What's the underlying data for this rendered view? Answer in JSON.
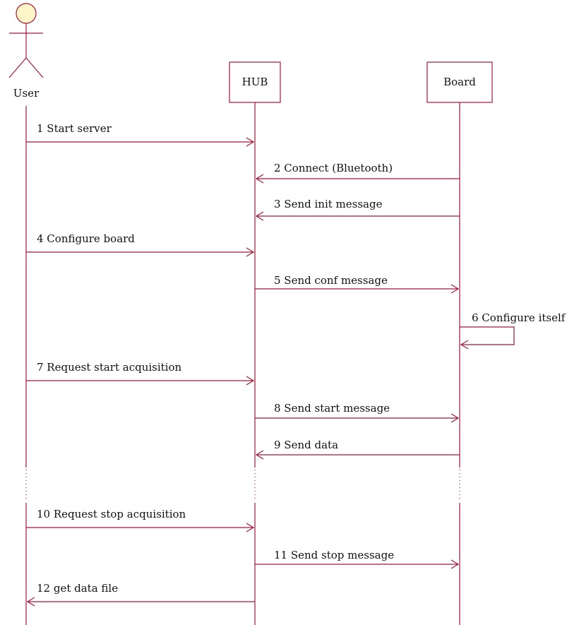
{
  "colors": {
    "line": "#a3183a",
    "actor_head_fill": "#fff6c8",
    "text": "#111111"
  },
  "participants": {
    "user": {
      "label": "User",
      "shape": "actor"
    },
    "hub": {
      "label": "HUB",
      "shape": "box"
    },
    "board": {
      "label": "Board",
      "shape": "box"
    }
  },
  "messages": [
    {
      "from": "user",
      "to": "hub",
      "label": "1 Start server"
    },
    {
      "from": "board",
      "to": "hub",
      "label": "2 Connect (Bluetooth)"
    },
    {
      "from": "board",
      "to": "hub",
      "label": "3 Send init message"
    },
    {
      "from": "user",
      "to": "hub",
      "label": "4 Configure board"
    },
    {
      "from": "hub",
      "to": "board",
      "label": "5 Send conf message"
    },
    {
      "from": "board",
      "to": "board",
      "label": "6 Configure itself"
    },
    {
      "from": "user",
      "to": "hub",
      "label": "7 Request start acquisition"
    },
    {
      "from": "hub",
      "to": "board",
      "label": "8 Send start message"
    },
    {
      "from": "board",
      "to": "hub",
      "label": "9 Send data"
    },
    {
      "from": "user",
      "to": "hub",
      "label": "10 Request stop acquisition"
    },
    {
      "from": "hub",
      "to": "board",
      "label": "11 Send stop message"
    },
    {
      "from": "hub",
      "to": "user",
      "label": "12 get data file"
    }
  ]
}
